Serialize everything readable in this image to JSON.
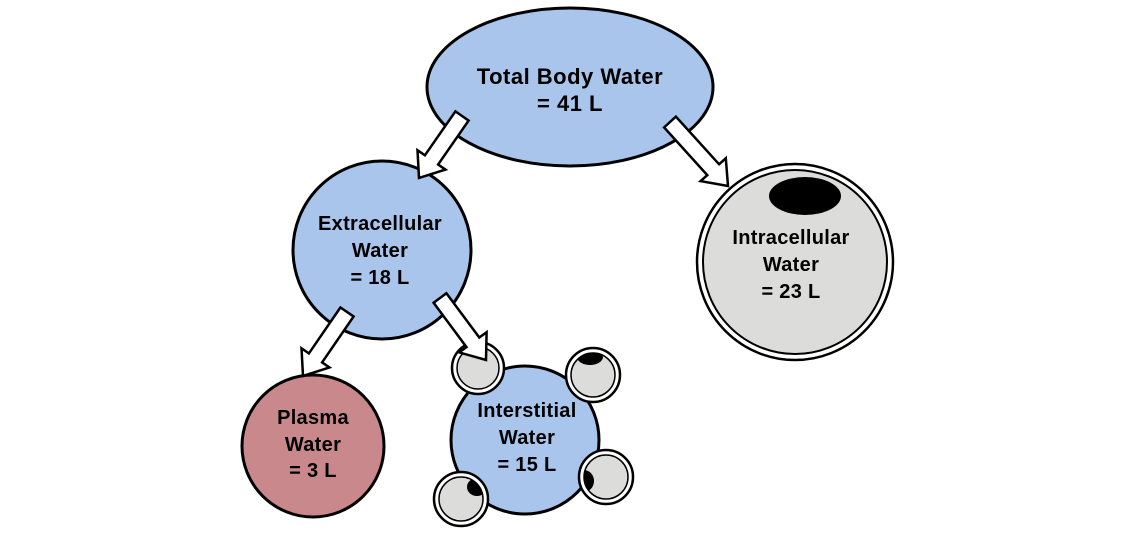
{
  "nodes": {
    "total_body_water": {
      "line1": "Total Body Water",
      "line2": "= 41 L",
      "volume_liters": 41
    },
    "extracellular_water": {
      "line1": "Extracellular",
      "line2": "Water",
      "line3": "= 18 L",
      "volume_liters": 18
    },
    "intracellular_water": {
      "line1": "Intracellular",
      "line2": "Water",
      "line3": "= 23 L",
      "volume_liters": 23
    },
    "plasma_water": {
      "line1": "Plasma",
      "line2": "Water",
      "line3": "= 3 L",
      "volume_liters": 3
    },
    "interstitial_water": {
      "line1": "Interstitial",
      "line2": "Water",
      "line3": "= 15 L",
      "volume_liters": 15
    }
  },
  "edges": [
    {
      "from": "total_body_water",
      "to": "extracellular_water"
    },
    {
      "from": "total_body_water",
      "to": "intracellular_water"
    },
    {
      "from": "extracellular_water",
      "to": "plasma_water"
    },
    {
      "from": "extracellular_water",
      "to": "interstitial_water"
    }
  ],
  "colors": {
    "water_node_fill": "#a9c5ec",
    "plasma_node_fill": "#c9898c",
    "cell_fill": "#dcdcda",
    "cell_ring_gap": "#ffffff",
    "nucleus_fill": "#000000",
    "outline": "#000000",
    "arrow_fill": "#ffffff",
    "background": "#ffffff"
  }
}
